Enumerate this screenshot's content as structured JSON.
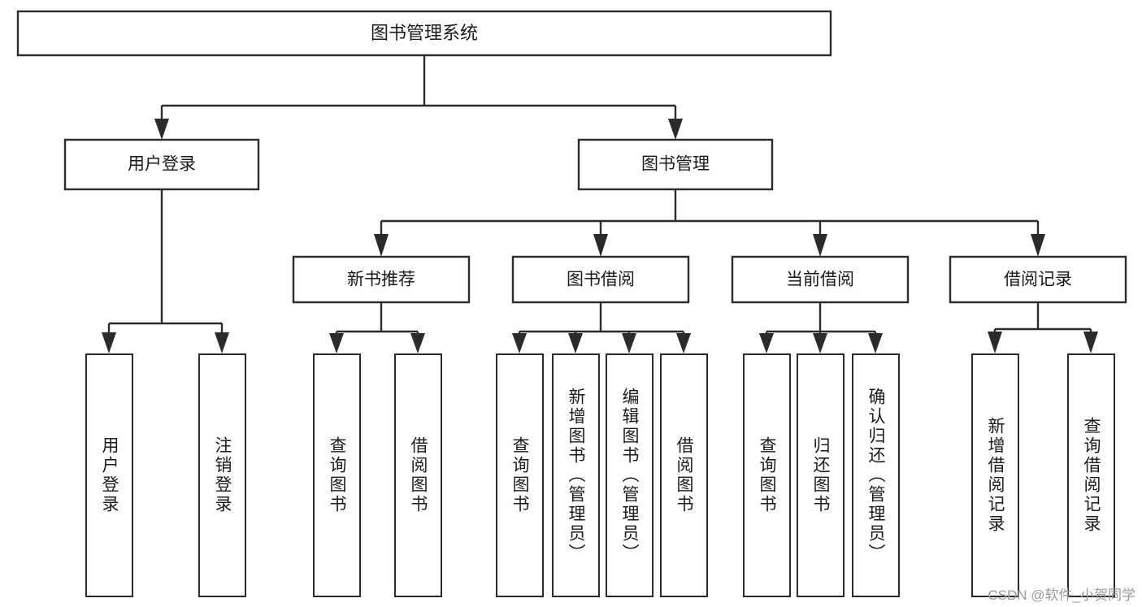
{
  "diagram": {
    "type": "tree-hierarchy-flowchart",
    "title": "图书管理系统",
    "orientation": "top-down",
    "colors": {
      "box_border": "#2b2b2b",
      "box_fill": "#ffffff",
      "connector": "#2b2b2b",
      "text": "#1a1a1a",
      "background": "#ffffff",
      "watermark": "#9a9a9a"
    },
    "levels": {
      "level1": [
        "图书管理系统"
      ],
      "level2": [
        "用户登录",
        "图书管理"
      ],
      "level3": [
        "新书推荐",
        "图书借阅",
        "当前借阅",
        "借阅记录"
      ],
      "level4": [
        "用户登录",
        "注销登录",
        "查询图书",
        "借阅图书",
        "查询图书",
        "新增图书（管理员）",
        "编辑图书（管理员）",
        "借阅图书",
        "查询图书",
        "归还图书",
        "确认归还（管理员）",
        "新增借阅记录",
        "查询借阅记录"
      ]
    }
  },
  "nodes": {
    "root": {
      "label": "图书管理系统"
    },
    "user_login": {
      "label": "用户登录"
    },
    "book_mgmt": {
      "label": "图书管理"
    },
    "new_book_rec": {
      "label": "新书推荐"
    },
    "book_borrow": {
      "label": "图书借阅"
    },
    "current_borrow": {
      "label": "当前借阅"
    },
    "borrow_record": {
      "label": "借阅记录"
    },
    "leaf_user_login": {
      "label": "用户登录"
    },
    "leaf_logout": {
      "label": "注销登录"
    },
    "leaf_query_book_1": {
      "label": "查询图书"
    },
    "leaf_borrow_book_1": {
      "label": "借阅图书"
    },
    "leaf_query_book_2": {
      "label": "查询图书"
    },
    "leaf_add_book": {
      "label": "新增图书（管理员）"
    },
    "leaf_edit_book": {
      "label": "编辑图书（管理员）"
    },
    "leaf_borrow_book_2": {
      "label": "借阅图书"
    },
    "leaf_query_book_3": {
      "label": "查询图书"
    },
    "leaf_return_book": {
      "label": "归还图书"
    },
    "leaf_confirm_return": {
      "label": "确认归还（管理员）"
    },
    "leaf_add_record": {
      "label": "新增借阅记录"
    },
    "leaf_query_record": {
      "label": "查询借阅记录"
    }
  },
  "watermark": {
    "text": "CSDN @软件_小贺同学"
  }
}
